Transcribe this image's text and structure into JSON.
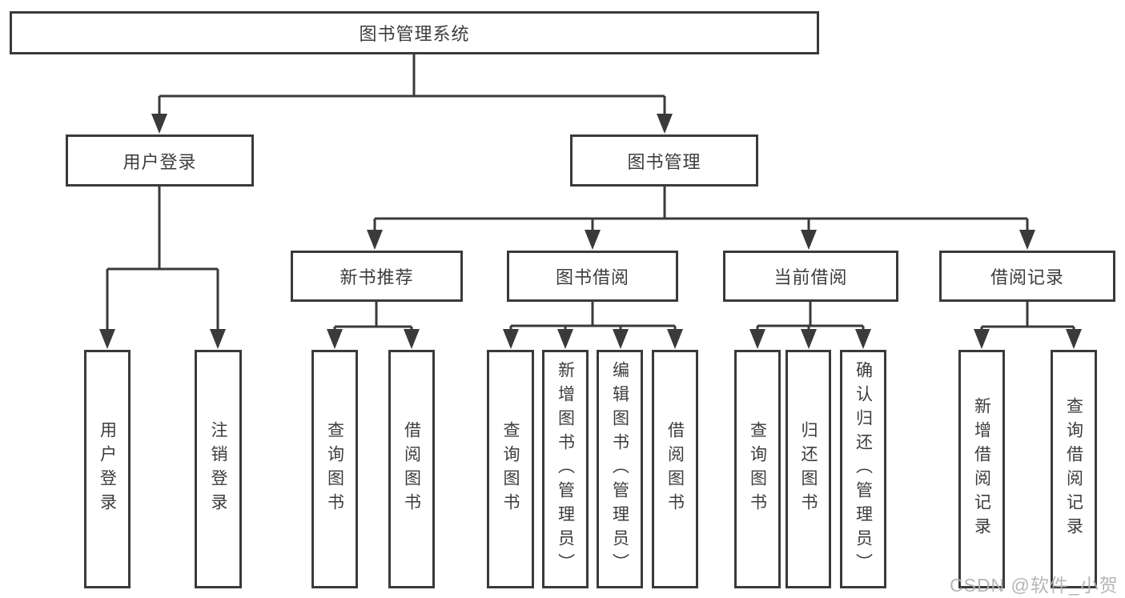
{
  "diagram": {
    "root": {
      "label": "图书管理系统"
    },
    "level2": {
      "user_login": {
        "label": "用户登录"
      },
      "book_management": {
        "label": "图书管理"
      }
    },
    "level3": {
      "new_book_recommend": {
        "label": "新书推荐"
      },
      "book_borrow": {
        "label": "图书借阅"
      },
      "current_borrow": {
        "label": "当前借阅"
      },
      "borrow_record": {
        "label": "借阅记录"
      }
    },
    "leaves": {
      "user_login": {
        "label": "用户登录"
      },
      "logout": {
        "label": "注销登录"
      },
      "rec_query_book": {
        "label": "查询图书"
      },
      "rec_borrow_book": {
        "label": "借阅图书"
      },
      "bor_query_book": {
        "label": "查询图书"
      },
      "bor_add_book_admin": {
        "label": "新增图书（管理员）"
      },
      "bor_edit_book_admin": {
        "label": "编辑图书（管理员）"
      },
      "bor_borrow_book": {
        "label": "借阅图书"
      },
      "cur_query_book": {
        "label": "查询图书"
      },
      "cur_return_book": {
        "label": "归还图书"
      },
      "cur_confirm_return_admin": {
        "label": "确认归还（管理员）"
      },
      "rec_add_borrow_record": {
        "label": "新增借阅记录"
      },
      "rec_query_borrow_record": {
        "label": "查询借阅记录"
      }
    },
    "watermark": "CSDN @软件_小贺同学",
    "colors": {
      "line": "#3a3a3a",
      "text": "#3d3d3d",
      "watermark": "#b0b0b0",
      "background": "#ffffff"
    }
  }
}
